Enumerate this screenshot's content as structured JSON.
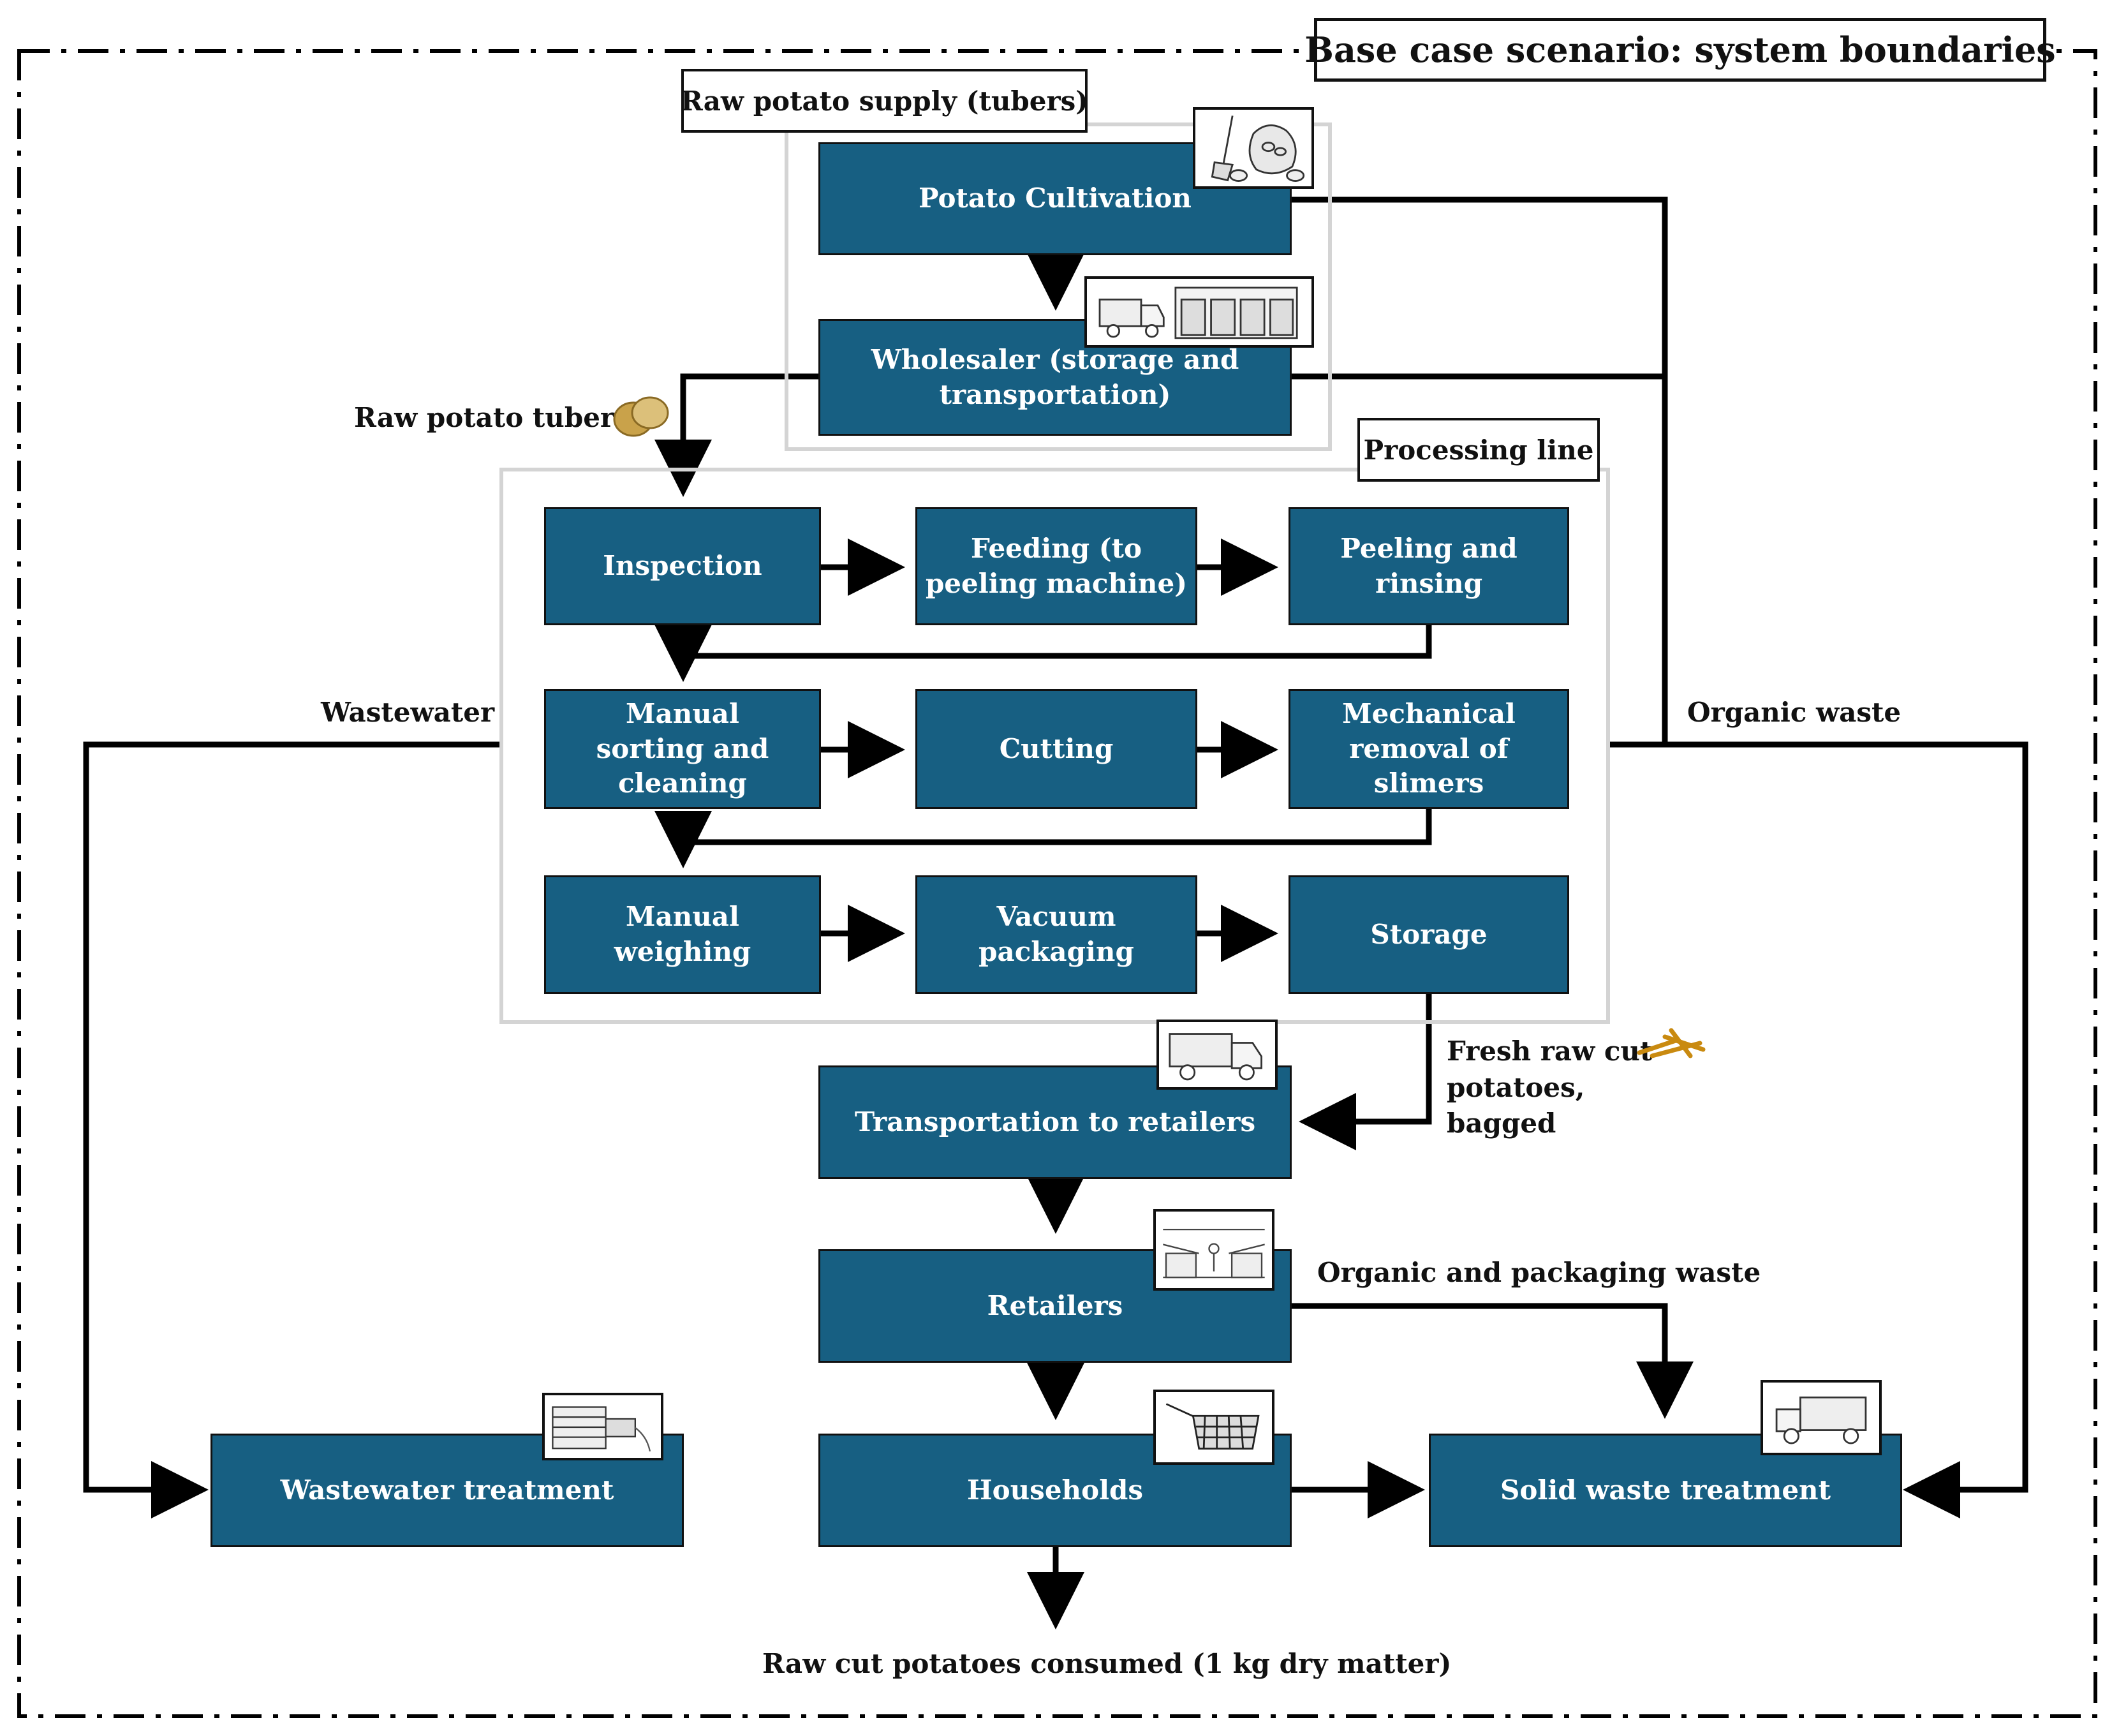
{
  "title": "Base case scenario: system boundaries",
  "groups": {
    "raw_supply": "Raw potato supply (tubers)",
    "processing": "Processing line"
  },
  "boxes": {
    "potato_cultivation": "Potato Cultivation",
    "wholesaler": "Wholesaler (storage and transportation)",
    "inspection": "Inspection",
    "feeding": "Feeding (to peeling machine)",
    "peeling": "Peeling and rinsing",
    "manual_sorting": "Manual sorting and cleaning",
    "cutting": "Cutting",
    "mechanical_removal": "Mechanical removal of slimers",
    "manual_weighing": "Manual weighing",
    "vacuum_packaging": "Vacuum packaging",
    "storage": "Storage",
    "transportation": "Transportation to retailers",
    "retailers": "Retailers",
    "households": "Households",
    "wastewater_treatment": "Wastewater treatment",
    "solid_waste_treatment": "Solid waste treatment"
  },
  "flows": {
    "raw_tubers": "Raw potato tubers",
    "wastewater": "Wastewater",
    "organic_waste": "Organic waste",
    "fresh_cut": "Fresh raw cut potatoes, bagged",
    "organic_packaging": "Organic and packaging waste",
    "consumed": "Raw cut potatoes consumed (1 kg dry matter)"
  },
  "icons": {
    "cultivation": "shovel-and-potato-sack-icon",
    "wholesaler": "truck-and-warehouse-icon",
    "transport": "delivery-truck-icon",
    "retail": "supermarket-icon",
    "household": "frying-basket-icon",
    "wastewater": "wastewater-pipe-icon",
    "solid_waste": "garbage-truck-icon",
    "tubers": "potato-icon",
    "fries": "fries-icon"
  },
  "colors": {
    "box_fill": "#175f82",
    "box_text": "#ffffff",
    "group_border": "#d4d4d4",
    "line": "#000000"
  }
}
